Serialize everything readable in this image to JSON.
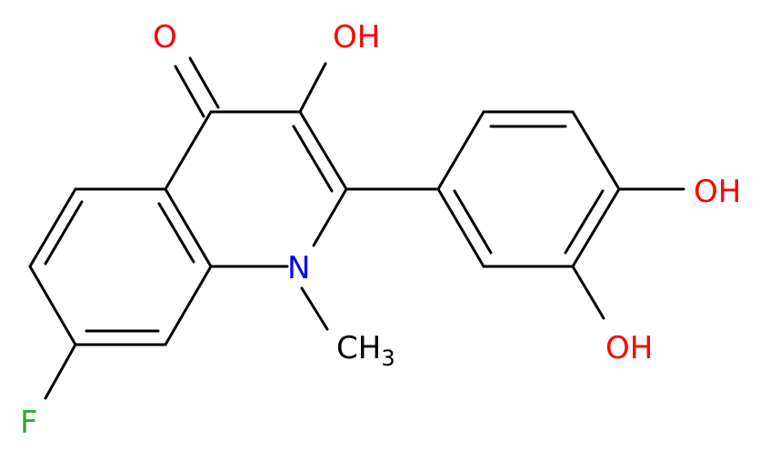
{
  "molecule": {
    "labels": {
      "carbonyl_o": "O",
      "oh_3": "OH",
      "oh_4prime": "OH",
      "oh_3prime": "OH",
      "nitrogen": "N",
      "methyl_c": "CH",
      "methyl_sub": "3",
      "fluorine": "F"
    }
  },
  "colors": {
    "bond": "#000000",
    "oxygen": "#ff0000",
    "nitrogen": "#0000ff",
    "fluorine": "#33aa33",
    "carbon": "#000000"
  }
}
